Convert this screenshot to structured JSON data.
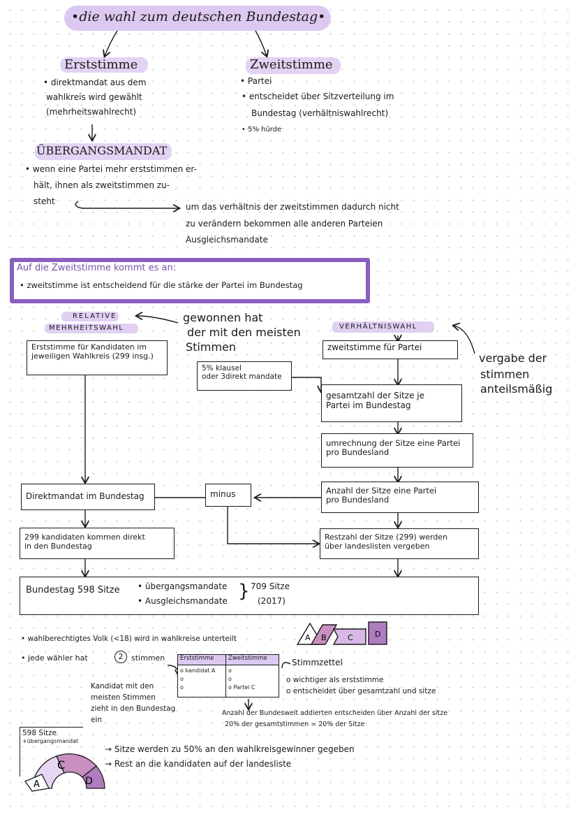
{
  "title": "•die wahl zum deutschen Bundestag•",
  "erststimme": {
    "heading": "Erststimme",
    "lines": [
      "• direktmandat aus dem",
      "wahlkreis wird gewählt",
      "(mehrheitswahlrecht)"
    ]
  },
  "zweitstimme": {
    "heading": "Zweitstimme",
    "lines": [
      "• Partei",
      "• entscheidet über Sitzverteilung im",
      "Bundestag (verhältniswahlrecht)",
      "• 5% hürde"
    ]
  },
  "uebergang": {
    "heading": "ÜBERGANGSMANDAT",
    "lines": [
      "• wenn eine Partei mehr erststimmen er-",
      "hält, ihnen als zweitstimmen zu-",
      "steht"
    ],
    "result": [
      "um das verhältnis der zweitstimmen dadurch nicht",
      "zu verändern bekommen alle anderen Parteien",
      "Ausgleichsmandate"
    ]
  },
  "callout": {
    "heading": "Auf die Zweitstimme kommt es an:",
    "text": "• zweitstimme ist entscheidend für die stärke der Partei im Bundestag"
  },
  "flow": {
    "relative": "RELATIVE",
    "mehrheitswahl": "MEHRHEITSWAHL",
    "gewonnen": [
      "gewonnen hat",
      "der mit den meisten",
      "Stimmen"
    ],
    "verhaeltnis": "VERHÄLTNISWAHL",
    "vergabe": [
      "vergabe der",
      "stimmen",
      "anteilsmäßig"
    ],
    "box_erst": "Erststimme für Kandidaten im\njeweiligen Wahlkreis (299 insg.)",
    "box_zweit": "zweitstimme für Partei",
    "box_klausel": "5% klausel\noder 3direkt mandate",
    "box_gesamt": "gesamtzahl der Sitze je\nPartei im Bundestag",
    "box_umrechnung": "umrechnung der Sitze eine Partei\npro Bundesland",
    "box_direkt": "Direktmandat im Bundestag",
    "box_minus": "minus",
    "box_anzahl": "Anzahl der Sitze eine Partei\npro Bundesland",
    "box_299": "299 kandidaten kommen direkt\nin den Bundestag",
    "box_rest": "Restzahl der Sitze (299) werden\nüber landeslisten vergeben",
    "bundestag": "Bundestag 598 Sitze",
    "bt_items": [
      "• übergangsmandate",
      "• Ausgleichsmandate"
    ],
    "bt_total": [
      "709 Sitze",
      "(2017)"
    ]
  },
  "bottom": {
    "bullets": [
      "• wahlberechtigtes Volk (<18) wird in wahlkreise unterteilt",
      "• jede wähler hat"
    ],
    "stimmen_num": "2",
    "stimmen_word": "stimmen",
    "party_tiles": [
      "A",
      "B",
      "C",
      "D"
    ],
    "ballot": {
      "col1": "Erststimme",
      "col2": "Zweitstimme",
      "col1_rows": [
        "o kandidat A",
        "o",
        "o"
      ],
      "col2_rows": [
        "o",
        "o",
        "o Partei C"
      ]
    },
    "stimmzettel": "Stimmzettel",
    "ballot_notes": [
      "o wichtiger als erststimme",
      "o entscheidet über gesamtzahl und sitze"
    ],
    "kandidat_note": [
      "Kandidat mit den",
      "meisten Stimmen",
      "zieht in den Bundestag",
      "ein"
    ],
    "anzahl_note": [
      "Anzahl der Bundesweit addierten entscheiden über Anzahl der sitze",
      "20% der gesamtstimmen = 20% der Sitze"
    ],
    "seat_label": [
      "598 Sitze",
      "+übergangsmandat"
    ],
    "seat_parts": [
      "A",
      "C",
      "D"
    ],
    "arrows": [
      "→ Sitze werden zu 50% an den wahlkreisgewinner gegeben",
      "→ Rest an die kandidaten auf der landesliste"
    ]
  },
  "colors": {
    "highlight": "#dcc8f0",
    "accent": "#8a5fc0",
    "accent_dark": "#7a4fa8",
    "tile_light": "#d9b8e8",
    "tile_mid": "#c98fc0",
    "tile_dark": "#b07cc0"
  }
}
